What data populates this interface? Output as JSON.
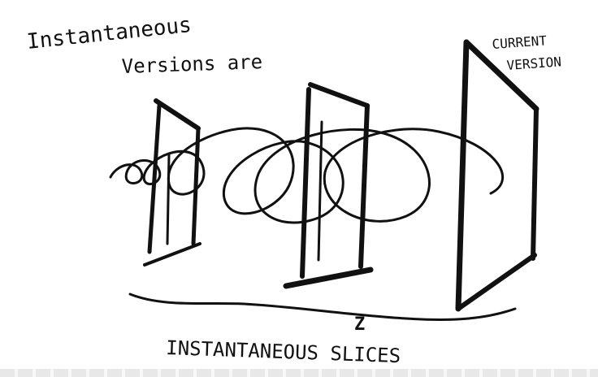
{
  "labels": {
    "top_left_line1": "Instantaneous",
    "top_left_line2": "Versions are",
    "top_right_line1": "CURRENT",
    "top_right_line2": "VERSION",
    "bottom_label": "INSTANTANEOUS SLICES",
    "axis_label": "Z"
  },
  "diagram": {
    "type": "hand-drawn sketch",
    "colors": {
      "ink": "#111111",
      "paper": "#ffffff"
    }
  }
}
